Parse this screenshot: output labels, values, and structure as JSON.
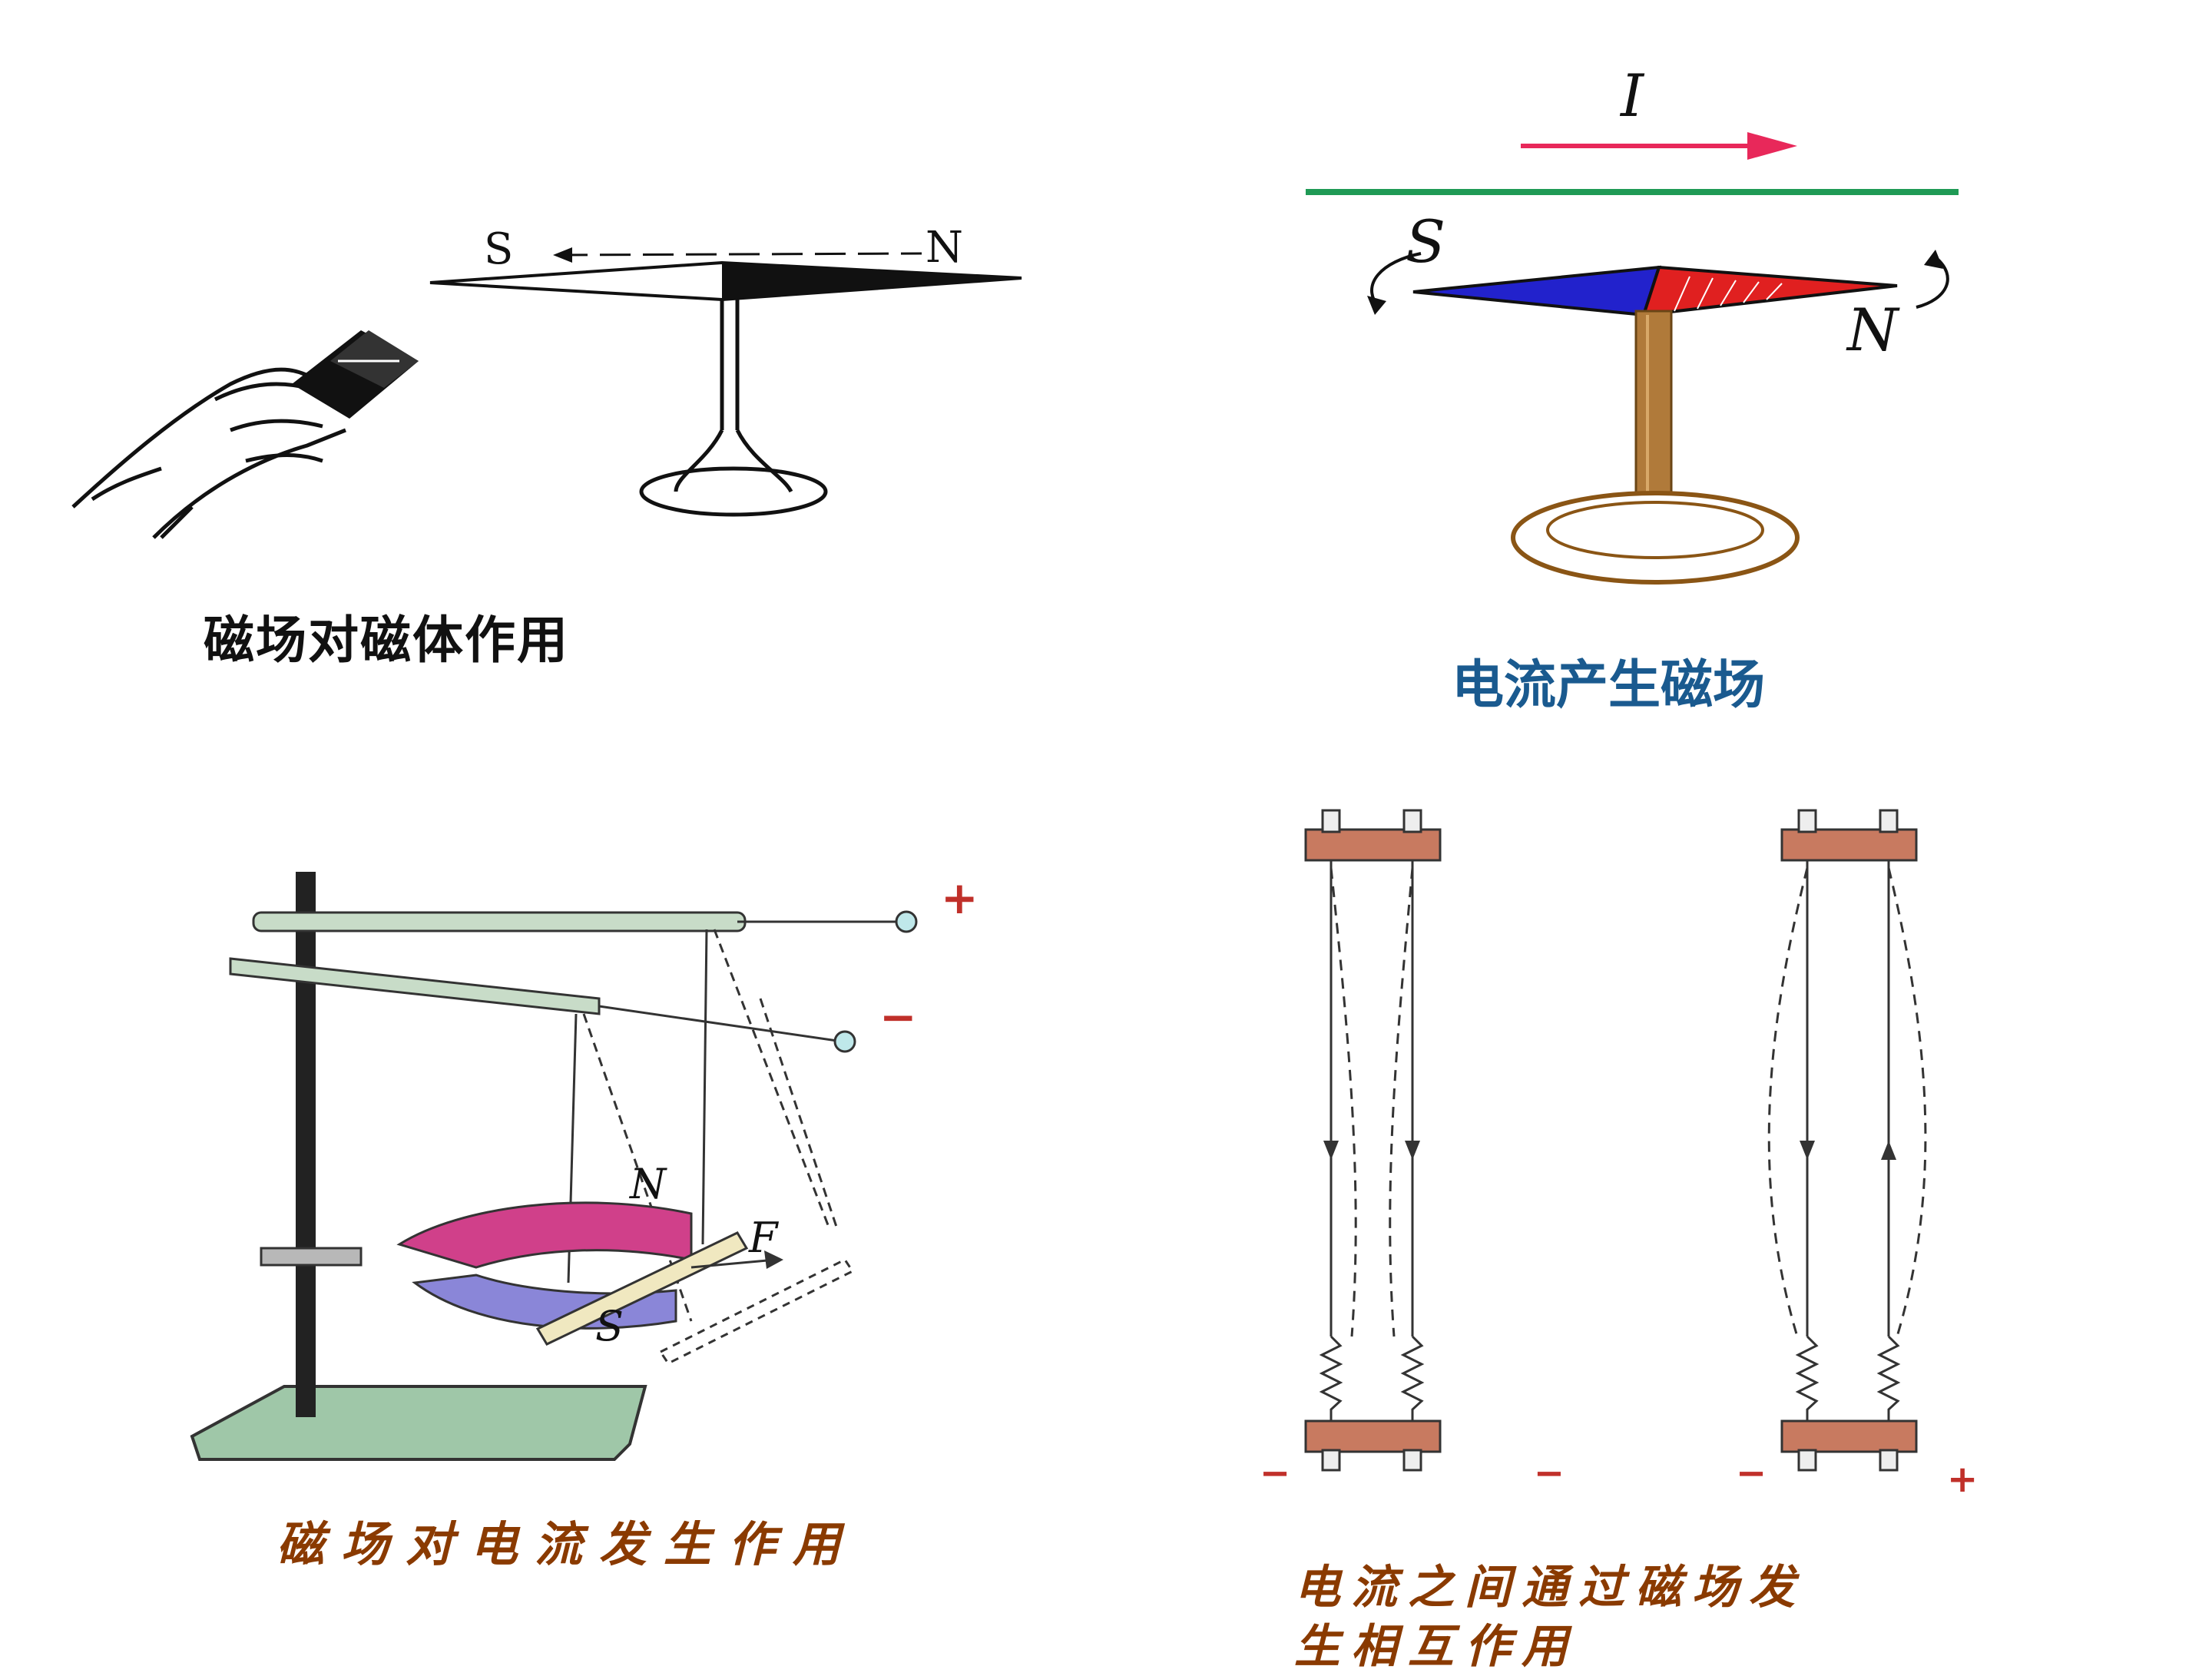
{
  "panels": {
    "magnet_on_magnet": {
      "caption": "磁场对磁体作用",
      "pole_left": "S",
      "pole_right": "N"
    },
    "current_makes_field": {
      "caption": "电流产生磁场",
      "current_label": "I",
      "pole_left": "S",
      "pole_right": "N"
    },
    "field_on_current": {
      "caption": "磁场对电流发生作用",
      "terminal_plus": "+",
      "terminal_minus": "−",
      "pole_n": "N",
      "pole_s": "S",
      "force_label": "F"
    },
    "currents_interact": {
      "caption_line1": "电流之间通过磁场发",
      "caption_line2": "生相互作用",
      "left_bottom_signs": "− −",
      "right_bottom_left": "−",
      "right_bottom_right": "+"
    }
  },
  "colors": {
    "wire_green": "#1f9a55",
    "current_arrow": "#e8285a",
    "needle_blue": "#2222cc",
    "needle_red": "#e02020",
    "post_brown": "#b07a3a",
    "magnet_pink": "#d0408a",
    "magnet_blue": "#8a86d8",
    "stand_base": "#9fc7a8",
    "block_brown": "#c87a60"
  }
}
